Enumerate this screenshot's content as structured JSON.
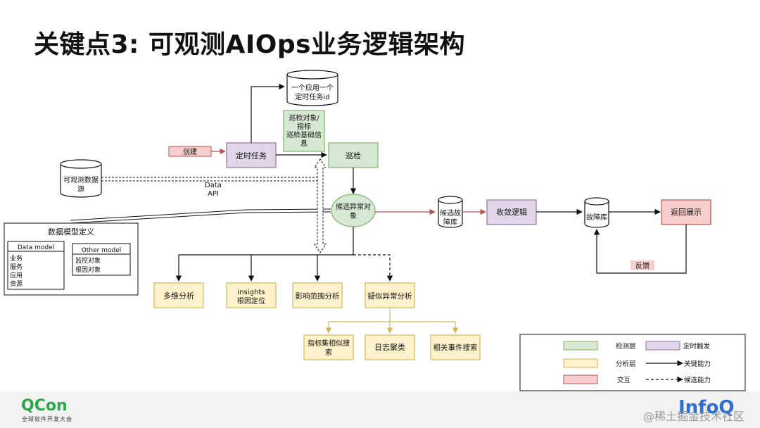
{
  "title": "关键点3: 可观测AIOps业务逻辑架构",
  "colors": {
    "detect_fill": "#d5e8d4",
    "detect_stroke": "#82b366",
    "timer_fill": "#e1d5e7",
    "timer_stroke": "#9673a6",
    "analysis_fill": "#fff2cc",
    "analysis_stroke": "#d6b656",
    "interact_fill": "#f8cecc",
    "interact_stroke": "#b85450",
    "red_line": "#b85450",
    "gold_line": "#d6b656",
    "qcon": "#2aa84a",
    "infoq": "#2b6fd6"
  },
  "nodes": {
    "task_id_db": [
      "一个应用一个",
      "定时任务id"
    ],
    "inspect_info": [
      "巡检对象/",
      "指标",
      "巡检基础信",
      "息"
    ],
    "create": "创建",
    "scheduled_task": "定时任务",
    "inspection": "巡检",
    "observable_data": [
      "可观测数据",
      "源"
    ],
    "data_api": [
      "Data",
      "API"
    ],
    "candidate_anomaly": [
      "候选异常对",
      "象"
    ],
    "candidate_fault_db": [
      "候选故",
      "障库"
    ],
    "converge": "收敛逻辑",
    "fault_db": "故障库",
    "return_display": "返回展示",
    "feedback": "反馈",
    "multi_dim": "多维分析",
    "insights": [
      "insights",
      "根因定位"
    ],
    "impact": "影响范围分析",
    "similar": "疑似异常分析",
    "metric_search": [
      "指标集相似搜",
      "索"
    ],
    "log_cluster": "日志聚类",
    "event_search": "相关事件搜索"
  },
  "model": {
    "title": "数据模型定义",
    "data_model_title": "Data model",
    "data_model_items": [
      "业务",
      "服务",
      "应用",
      "资源"
    ],
    "other_model_title": "Other model",
    "other_model_items": [
      "监控对象",
      "根因对象"
    ]
  },
  "legend": {
    "detect": "检测层",
    "timer": "定时触发",
    "analysis": "分析层",
    "key_capability": "关键能力",
    "interact": "交互",
    "candidate_capability": "候选能力"
  },
  "footer": {
    "qcon": "QCon",
    "qcon_sub": "全球软件开发大会",
    "infoq": "InfoQ",
    "watermark": "@稀土掘金技术社区"
  }
}
